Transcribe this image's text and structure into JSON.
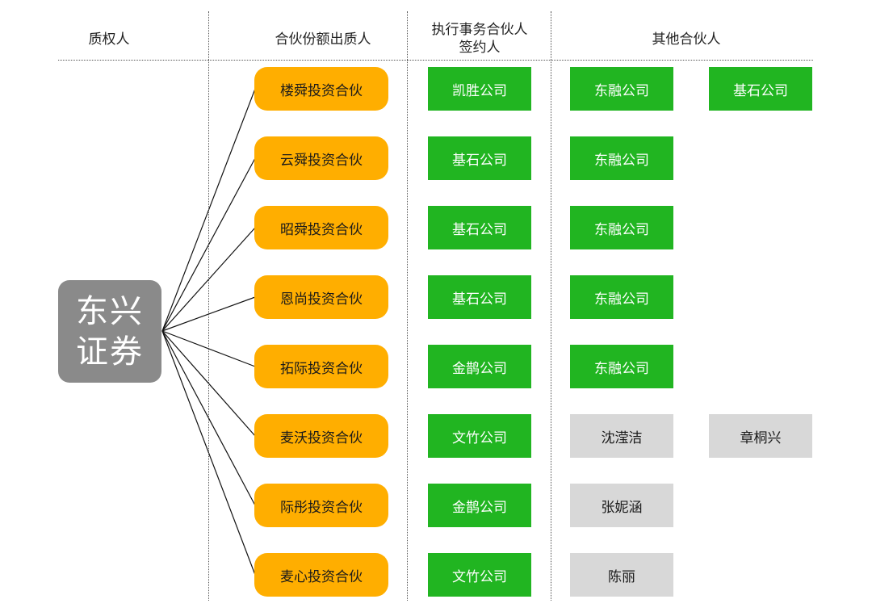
{
  "headers": {
    "pledgee": "质权人",
    "pledgor": "合伙份额出质人",
    "gp_line1": "执行事务合伙人",
    "gp_line2": "签约人",
    "others": "其他合伙人"
  },
  "pledgee": {
    "line1": "东兴",
    "line2": "证券"
  },
  "rows": [
    {
      "pledgor": "楼舜投资合伙",
      "gp": "凯胜公司",
      "others": [
        {
          "name": "东融公司",
          "kind": "company"
        },
        {
          "name": "基石公司",
          "kind": "company"
        }
      ]
    },
    {
      "pledgor": "云舜投资合伙",
      "gp": "基石公司",
      "others": [
        {
          "name": "东融公司",
          "kind": "company"
        }
      ]
    },
    {
      "pledgor": "昭舜投资合伙",
      "gp": "基石公司",
      "others": [
        {
          "name": "东融公司",
          "kind": "company"
        }
      ]
    },
    {
      "pledgor": "恩尚投资合伙",
      "gp": "基石公司",
      "others": [
        {
          "name": "东融公司",
          "kind": "company"
        }
      ]
    },
    {
      "pledgor": "拓际投资合伙",
      "gp": "金鹊公司",
      "others": [
        {
          "name": "东融公司",
          "kind": "company"
        }
      ]
    },
    {
      "pledgor": "麦沃投资合伙",
      "gp": "文竹公司",
      "others": [
        {
          "name": "沈滢洁",
          "kind": "person"
        },
        {
          "name": "章桐兴",
          "kind": "person"
        }
      ]
    },
    {
      "pledgor": "际彤投资合伙",
      "gp": "金鹊公司",
      "others": [
        {
          "name": "张妮涵",
          "kind": "person"
        }
      ]
    },
    {
      "pledgor": "麦心投资合伙",
      "gp": "文竹公司",
      "others": [
        {
          "name": "陈丽",
          "kind": "person"
        }
      ]
    }
  ],
  "colors": {
    "pledgee_bg": "#8a8a8a",
    "pledgor_bg": "#ffae00",
    "company_bg": "#21b521",
    "person_bg": "#d8d8d8"
  }
}
